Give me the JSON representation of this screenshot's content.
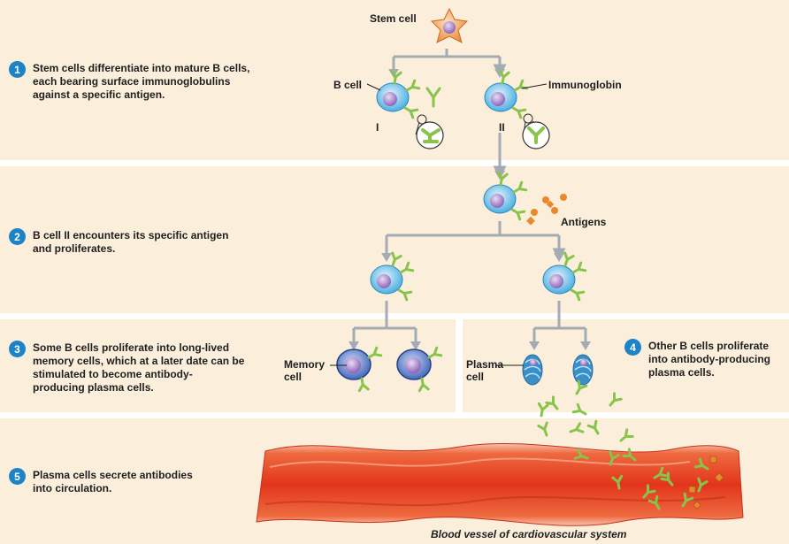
{
  "steps": [
    {
      "number": "1",
      "lines": [
        "Stem cells differentiate into mature B cells,",
        "each bearing surface immunoglobulins",
        "against a specific antigen."
      ]
    },
    {
      "number": "2",
      "lines": [
        "B cell II encounters its specific antigen",
        "and proliferates."
      ]
    },
    {
      "number": "3",
      "lines": [
        "Some B cells proliferate into long-lived",
        "memory cells, which at a later date can be",
        "stimulated to become antibody-",
        "producing plasma cells."
      ]
    },
    {
      "number": "4",
      "lines": [
        "Other B cells proliferate",
        "into antibody-producing",
        "plasma cells."
      ]
    },
    {
      "number": "5",
      "lines": [
        "Plasma cells secrete antibodies",
        "into circulation."
      ]
    }
  ],
  "labels": {
    "stem_cell": "Stem cell",
    "b_cell": "B cell",
    "immunoglobin": "Immunoglobin",
    "roman_one": "I",
    "roman_two": "II",
    "antigens": "Antigens",
    "memory_cell": [
      "Memory",
      "cell"
    ],
    "plasma_cell": [
      "Plasma",
      "cell"
    ],
    "vessel_caption": "Blood vessel of cardiovascular system"
  },
  "colors": {
    "panel": "#fbefdc",
    "badge": "#1c84c6",
    "b_cell": "#3fa9df",
    "memory_cell": "#3a5fb4",
    "plasma_cell": "#3b8fc8",
    "stem_cell": "#ee8f3c",
    "nucleus": "#8e63b8",
    "antibody": "#88c34a",
    "antigen": "#e9882d",
    "vessel": "#e5401f",
    "arrow": "#a3abb3"
  }
}
